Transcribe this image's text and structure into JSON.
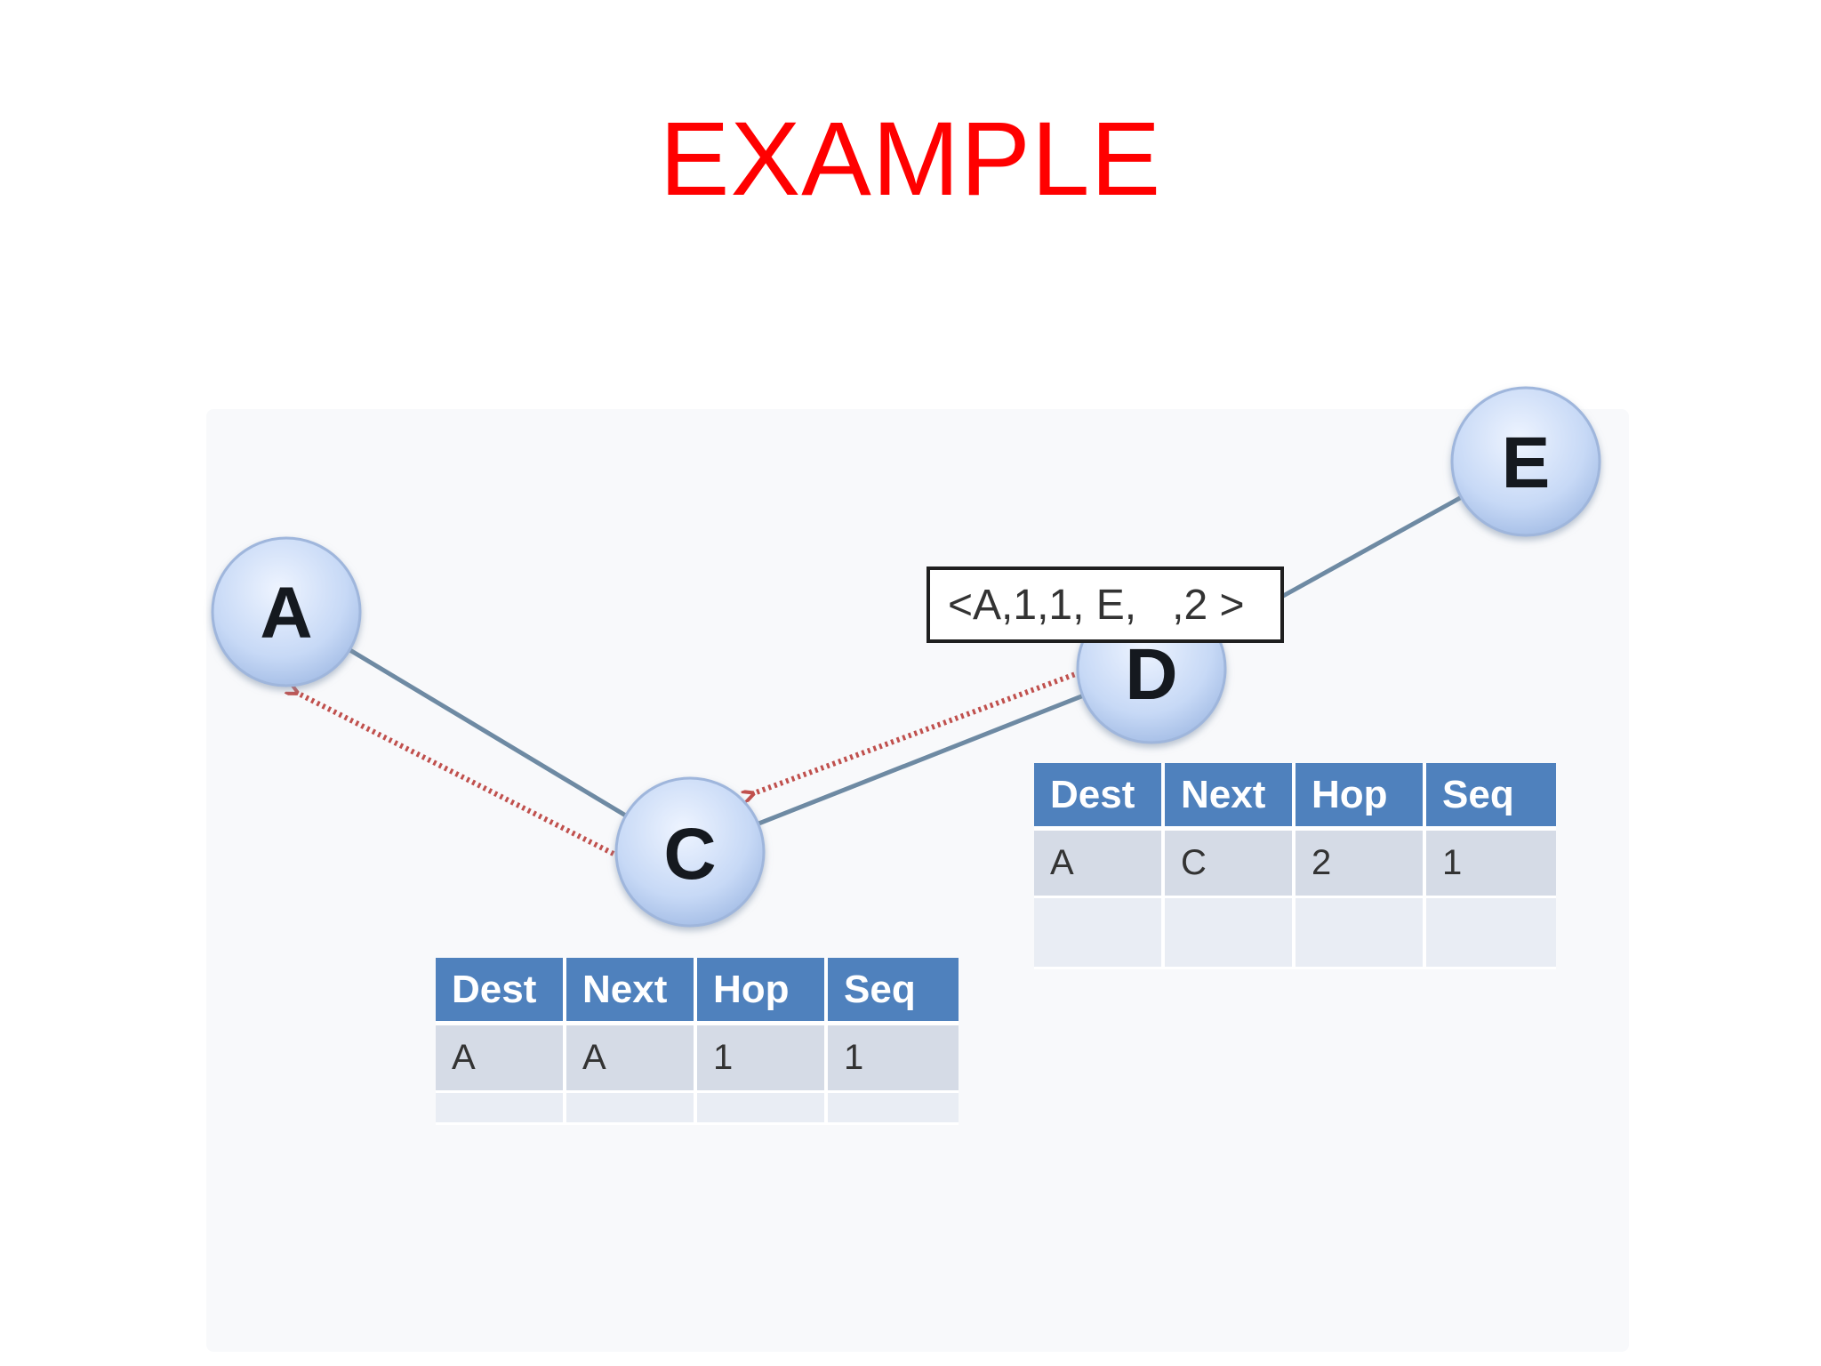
{
  "title": {
    "text": "EXAMPLE",
    "color": "#ff0000"
  },
  "nodes": {
    "a": "A",
    "c": "C",
    "d": "D",
    "e": "E"
  },
  "packet": {
    "text": "<A,1,1, E,   ,2 >"
  },
  "colors": {
    "node_fill": "#c9daf5",
    "link": "#6e8aa3",
    "reply_arrow": "#c0504d",
    "table_header": "#4f81bd"
  },
  "table_c": {
    "headers": [
      "Dest",
      "Next",
      "Hop",
      "Seq"
    ],
    "rows": [
      [
        "A",
        "A",
        "1",
        "1"
      ]
    ]
  },
  "table_d": {
    "headers": [
      "Dest",
      "Next",
      "Hop",
      "Seq"
    ],
    "rows": [
      [
        "A",
        "C",
        "2",
        "1"
      ]
    ]
  }
}
